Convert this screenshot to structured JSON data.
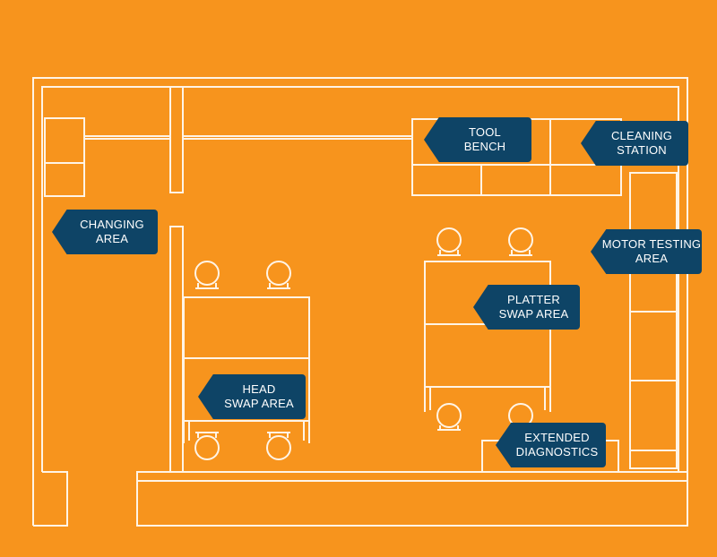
{
  "colors": {
    "background": "#f7941d",
    "walls": "#fff4e6",
    "label_fill": "#0e4466",
    "label_text": "#ffffff"
  },
  "labels": {
    "tool_bench": {
      "line1": "TOOL",
      "line2": "BENCH"
    },
    "cleaning_station": {
      "line1": "CLEANING",
      "line2": "STATION"
    },
    "changing_area": {
      "line1": "CHANGING",
      "line2": "AREA"
    },
    "motor_testing_area": {
      "line1": "MOTOR TESTING",
      "line2": "AREA"
    },
    "platter_swap_area": {
      "line1": "PLATTER",
      "line2": "SWAP AREA"
    },
    "head_swap_area": {
      "line1": "HEAD",
      "line2": "SWAP AREA"
    },
    "extended_diagnostics": {
      "line1": "EXTENDED",
      "line2": "DIAGNOSTICS"
    }
  }
}
